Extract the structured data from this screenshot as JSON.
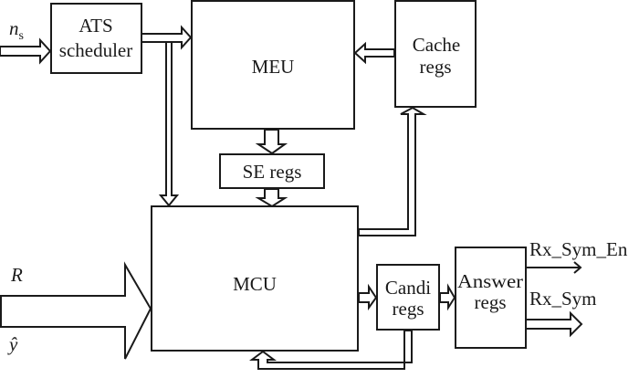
{
  "diagram": {
    "blocks": {
      "ats": {
        "line1": "ATS",
        "line2": "scheduler"
      },
      "meu": {
        "label": "MEU"
      },
      "cache": {
        "line1": "Cache",
        "line2": "regs"
      },
      "se": {
        "label": "SE regs"
      },
      "mcu": {
        "label": "MCU"
      },
      "candi": {
        "line1": "Candi",
        "line2": "regs"
      },
      "answer": {
        "line1": "Answer",
        "line2": "regs"
      }
    },
    "inputs": {
      "ns": {
        "main": "n",
        "sub": "s"
      },
      "r": {
        "label": "R"
      },
      "yhat": {
        "label": "ŷ"
      }
    },
    "outputs": {
      "rx_sym_en": {
        "label": "Rx_Sym_En"
      },
      "rx_sym": {
        "label": "Rx_Sym"
      }
    },
    "connections": [
      {
        "from": "ns",
        "to": "ats",
        "type": "bus"
      },
      {
        "from": "ats",
        "to": "meu",
        "type": "bus"
      },
      {
        "from": "ats",
        "to": "mcu",
        "type": "bus"
      },
      {
        "from": "cache",
        "to": "meu",
        "type": "bus"
      },
      {
        "from": "meu",
        "to": "se",
        "type": "bus"
      },
      {
        "from": "se",
        "to": "mcu",
        "type": "bus"
      },
      {
        "from": "mcu",
        "to": "cache",
        "type": "bus"
      },
      {
        "from": "r_yhat",
        "to": "mcu",
        "type": "wide-bus"
      },
      {
        "from": "mcu",
        "to": "candi",
        "type": "bus"
      },
      {
        "from": "candi",
        "to": "answer",
        "type": "bus"
      },
      {
        "from": "candi",
        "to": "mcu",
        "type": "bus"
      },
      {
        "from": "answer",
        "to": "rx_sym_en",
        "type": "signal"
      },
      {
        "from": "answer",
        "to": "rx_sym",
        "type": "bus"
      }
    ]
  }
}
